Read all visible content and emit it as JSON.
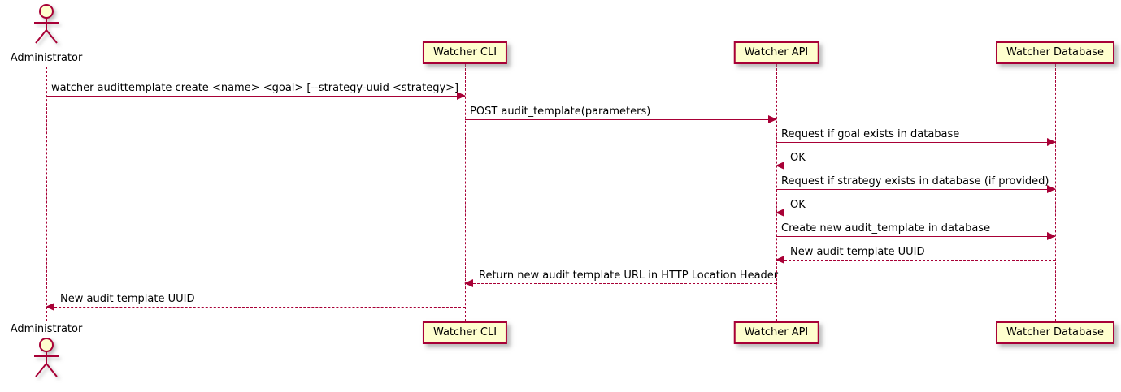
{
  "diagram_type": "uml-sequence",
  "colors": {
    "line": "#A80036",
    "participant_fill": "#FEFECE",
    "text": "#000000",
    "background": "#FFFFFF"
  },
  "actor": {
    "label": "Administrator"
  },
  "participants": [
    {
      "label": "Watcher CLI"
    },
    {
      "label": "Watcher API"
    },
    {
      "label": "Watcher Database"
    }
  ],
  "messages": [
    {
      "from": "Administrator",
      "to": "Watcher CLI",
      "style": "solid",
      "text": "watcher audittemplate create <name> <goal> [--strategy-uuid <strategy>]"
    },
    {
      "from": "Watcher CLI",
      "to": "Watcher API",
      "style": "solid",
      "text": "POST audit_template(parameters)"
    },
    {
      "from": "Watcher API",
      "to": "Watcher Database",
      "style": "solid",
      "text": "Request if goal exists in database"
    },
    {
      "from": "Watcher Database",
      "to": "Watcher API",
      "style": "dashed",
      "text": "OK"
    },
    {
      "from": "Watcher API",
      "to": "Watcher Database",
      "style": "solid",
      "text": "Request if strategy exists in database (if provided)"
    },
    {
      "from": "Watcher Database",
      "to": "Watcher API",
      "style": "dashed",
      "text": "OK"
    },
    {
      "from": "Watcher API",
      "to": "Watcher Database",
      "style": "solid",
      "text": "Create new audit_template in database"
    },
    {
      "from": "Watcher Database",
      "to": "Watcher API",
      "style": "dashed",
      "text": "New audit template UUID"
    },
    {
      "from": "Watcher API",
      "to": "Watcher CLI",
      "style": "dashed",
      "text": "Return new audit template URL in HTTP Location Header"
    },
    {
      "from": "Watcher CLI",
      "to": "Administrator",
      "style": "dashed",
      "text": "New audit template UUID"
    }
  ]
}
